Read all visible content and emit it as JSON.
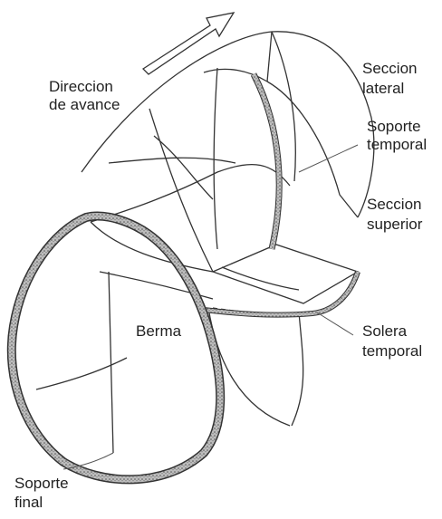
{
  "diagram": {
    "labels": {
      "direccion": [
        "Direccion",
        "de avance"
      ],
      "seccion_lateral": [
        "Seccion",
        "lateral"
      ],
      "soporte_temporal": [
        "Soporte",
        "temporal"
      ],
      "seccion_superior": [
        "Seccion",
        "superior"
      ],
      "berma": "Berma",
      "solera_temporal": [
        "Solera",
        "temporal"
      ],
      "soporte_final": [
        "Soporte",
        "final"
      ]
    },
    "colors": {
      "line": "#333333",
      "support": "#8a8a8a",
      "background": "#ffffff"
    }
  }
}
